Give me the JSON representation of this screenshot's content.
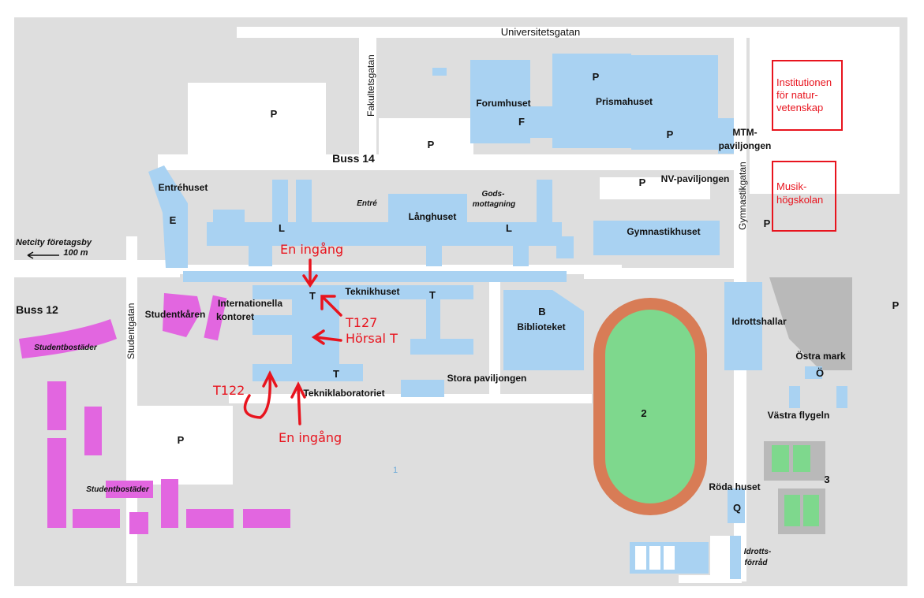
{
  "colors": {
    "background": "#ffffff",
    "ground": "#dedede",
    "road": "#ffffff",
    "building": "#a9d2f2",
    "student_housing": "#e266e0",
    "track": "#d87c56",
    "field": "#7ed88d",
    "grey_area": "#b9b9b9",
    "annotation": "#e8141e"
  },
  "streets": {
    "universitetsgatan": "Universitetsgatan",
    "fakultetsgatan": "Fakultetsgatan",
    "gymnastikgatan": "Gymnastikgatan",
    "studentgatan": "Studentgatan"
  },
  "bus": {
    "buss14": "Buss 14",
    "buss12": "Buss 12"
  },
  "netcity": {
    "line1": "Netcity företagsby",
    "line2": "100 m"
  },
  "buildings": {
    "forumhuset": "Forumhuset",
    "prismahuset": "Prismahuset",
    "mtm1": "MTM-",
    "mtm2": "paviljongen",
    "nv": "NV-paviljongen",
    "entrehuset": "Entréhuset",
    "langhuset": "Långhuset",
    "gymnastikhuset": "Gymnastikhuset",
    "teknikhuset": "Teknikhuset",
    "internationella1": "Internationella",
    "internationella2": "kontoret",
    "studentkaren": "Studentkåren",
    "biblioteket": "Biblioteket",
    "idrottshallar": "Idrottshallar",
    "ostra_mark": "Östra mark",
    "vastra_flygeln": "Västra flygeln",
    "stora_paviljongen": "Stora paviljongen",
    "teknik_lab": "Tekniklaboratoriet",
    "roda_huset": "Röda huset",
    "idrotts1": "Idrotts-",
    "idrotts2": "förråd",
    "studentbostader": "Studentbostäder",
    "entre": "Entré",
    "gods1": "Gods-",
    "gods2": "mottagning"
  },
  "letters": {
    "p": "P",
    "f": "F",
    "e": "E",
    "l": "L",
    "t": "T",
    "b": "B",
    "o": "Ö",
    "q": "Q",
    "two": "2",
    "three": "3",
    "one": "1"
  },
  "boxes": {
    "inst1": "Institutionen",
    "inst2": "för natur-",
    "inst3": "vetenskap",
    "musik1": "Musik-",
    "musik2": "högskolan"
  },
  "annotations": {
    "en_ingang_top": "En ingång",
    "t127": "T127",
    "horsal_t": "Hörsal T",
    "t122": "T122",
    "en_ingang_bottom": "En ingång"
  }
}
